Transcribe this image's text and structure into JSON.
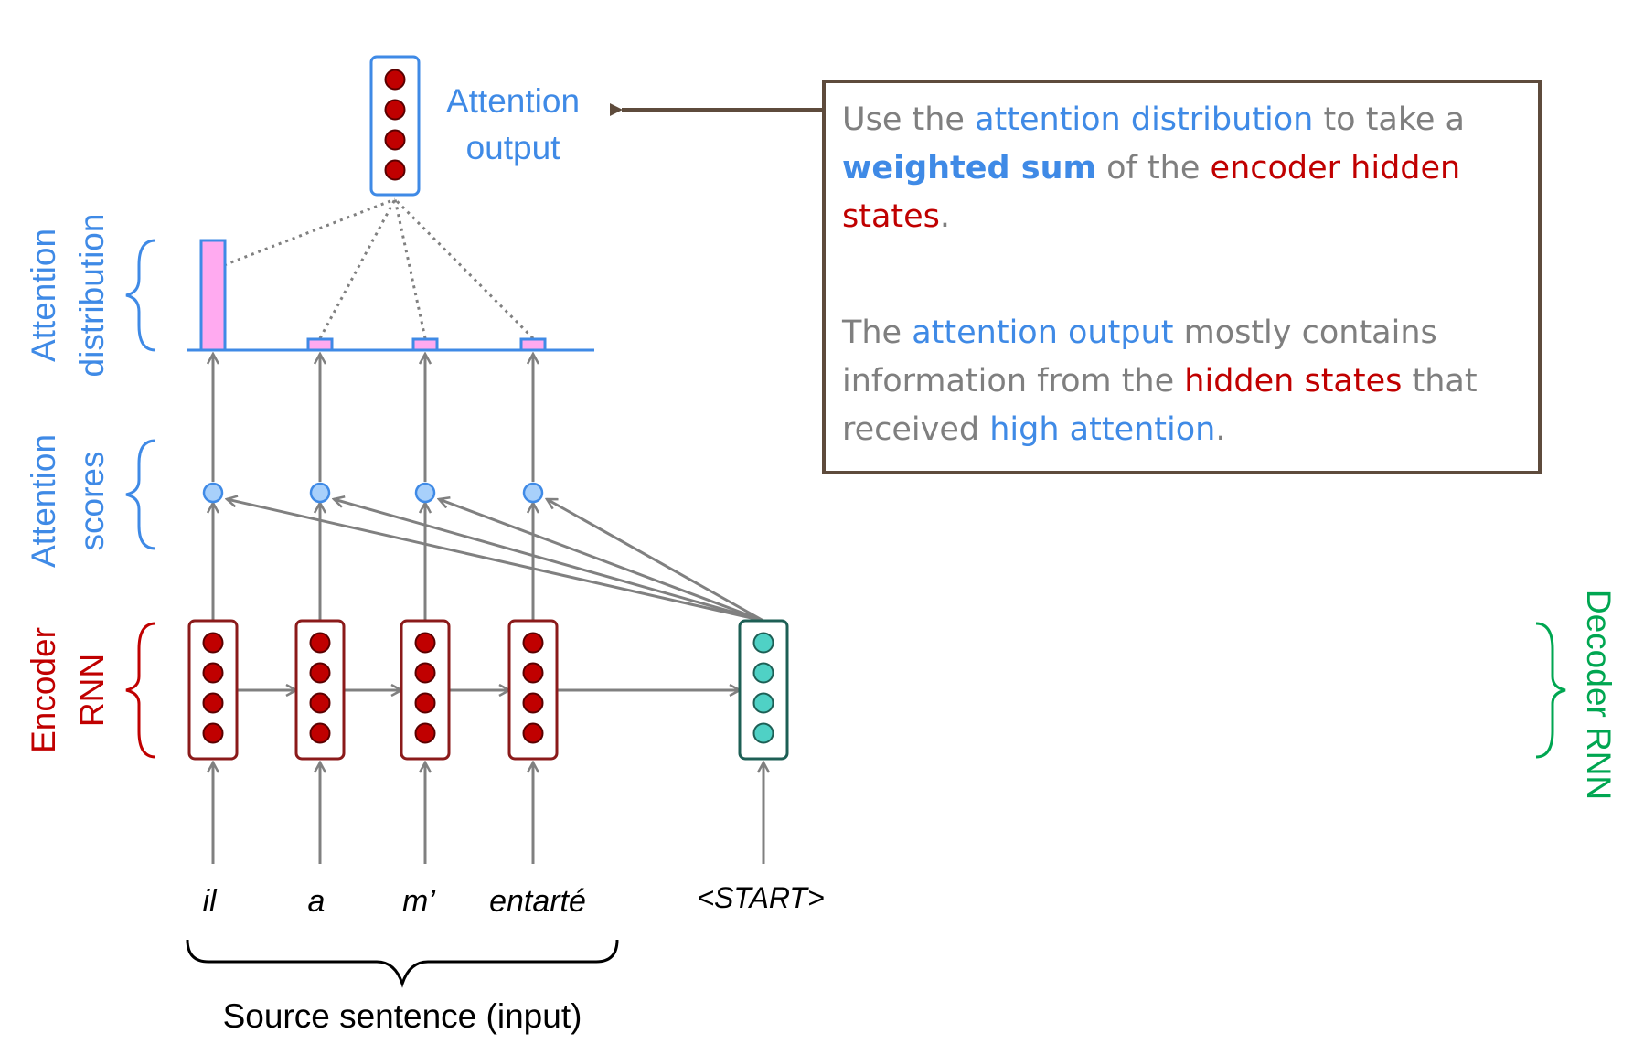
{
  "labels": {
    "attention_output": [
      "Attention",
      "output"
    ],
    "attention_distribution": [
      "Attention",
      "distribution"
    ],
    "attention_scores": [
      "Attention",
      "scores"
    ],
    "encoder_rnn": [
      "Encoder",
      "RNN"
    ],
    "decoder_rnn": "Decoder RNN",
    "source_sentence": "Source sentence (input)"
  },
  "source_words": [
    "il",
    "a",
    "m’",
    "entarté"
  ],
  "decoder_input": "<START>",
  "attention_weights": [
    0.8,
    0.08,
    0.08,
    0.08
  ],
  "callout": {
    "p1": {
      "t1": "Use the ",
      "t2": "attention distribution",
      "t3": " to take a ",
      "t4": "weighted sum",
      "t5": " of the ",
      "t6": "encoder hidden states",
      "t7": "."
    },
    "p2": {
      "t1": "The ",
      "t2": "attention output",
      "t3": " mostly contains information from the ",
      "t4": "hidden states",
      "t5": " that received ",
      "t6": "high attention",
      "t7": "."
    }
  },
  "colors": {
    "blue": "#3f8ae6",
    "red": "#c00000",
    "green": "#00a651",
    "encoder_node": "#c00000",
    "encoder_border": "#8b1a1a",
    "decoder_node": "#4fd1c5",
    "decoder_border": "#1d5f55",
    "bar_fill": "#ffaaf0",
    "arrow_gray": "#808080",
    "callout_border": "#5e4b3c"
  }
}
